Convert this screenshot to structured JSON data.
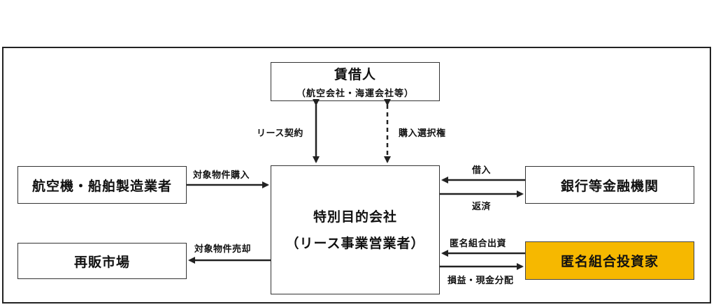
{
  "nodes": {
    "lessee": {
      "title": "賃借人",
      "subtitle": "（航空会社・海運会社等）"
    },
    "manufacturer": {
      "title": "航空機・船舶製造業者"
    },
    "resale": {
      "title": "再販市場"
    },
    "spc": {
      "line1": "特別目的会社",
      "line2": "（リース事業営業者）"
    },
    "bank": {
      "title": "銀行等金融機関"
    },
    "investor": {
      "title": "匿名組合投資家"
    }
  },
  "edges": {
    "lease_contract": "リース契約",
    "purchase_option": "購入選択権",
    "purchase_asset": "対象物件購入",
    "sell_asset": "対象物件売却",
    "borrowing": "借入",
    "repayment": "返済",
    "investment": "匿名組合出資",
    "distribution": "損益・現金分配"
  },
  "colors": {
    "investor_fill": "#f6b800",
    "line": "#222222"
  }
}
